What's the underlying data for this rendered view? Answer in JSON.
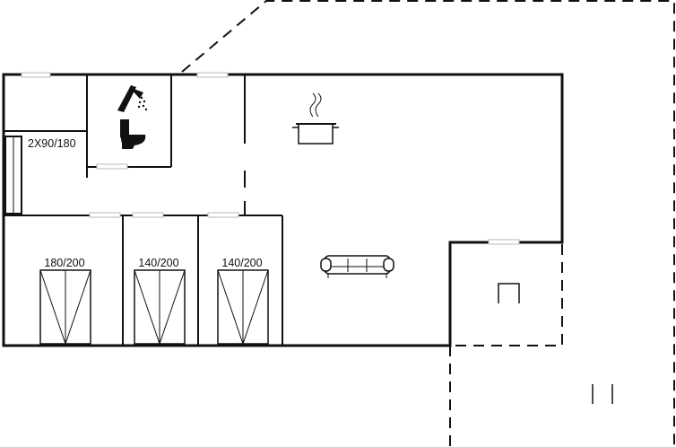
{
  "plan": {
    "bed_labels": {
      "bunk": "2X90/180",
      "bed_1": "180/200",
      "bed_2": "140/200",
      "bed_3": "140/200"
    },
    "icons": {
      "shower": "shower-icon",
      "toilet": "toilet-icon",
      "kitchen": "cooking-pot-icon",
      "living": "sofa-icon",
      "terrace": "chair-icon"
    }
  }
}
